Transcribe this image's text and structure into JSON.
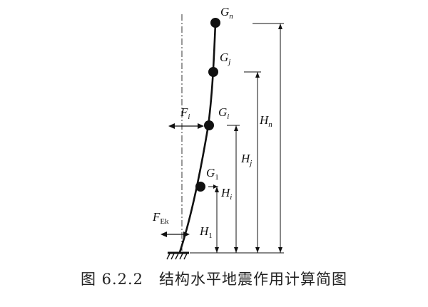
{
  "figure": {
    "masses": [
      {
        "name": "G",
        "sub": "n",
        "sub_italic": true
      },
      {
        "name": "G",
        "sub": "j",
        "sub_italic": true
      },
      {
        "name": "G",
        "sub": "i",
        "sub_italic": true
      },
      {
        "name": "G",
        "sub": "1",
        "sub_italic": false
      }
    ],
    "heights": [
      {
        "name": "H",
        "sub": "n",
        "sub_italic": true
      },
      {
        "name": "H",
        "sub": "j",
        "sub_italic": true
      },
      {
        "name": "H",
        "sub": "i",
        "sub_italic": true
      },
      {
        "name": "H",
        "sub": "1",
        "sub_italic": false
      }
    ],
    "forces": {
      "fi": {
        "name": "F",
        "sub": "i",
        "sub_italic": true
      },
      "fek": {
        "name": "F",
        "sub": "Ek",
        "sub_italic": false
      }
    }
  },
  "caption": {
    "number": "图 6.2.2",
    "title": "结构水平地震作用计算简图"
  }
}
